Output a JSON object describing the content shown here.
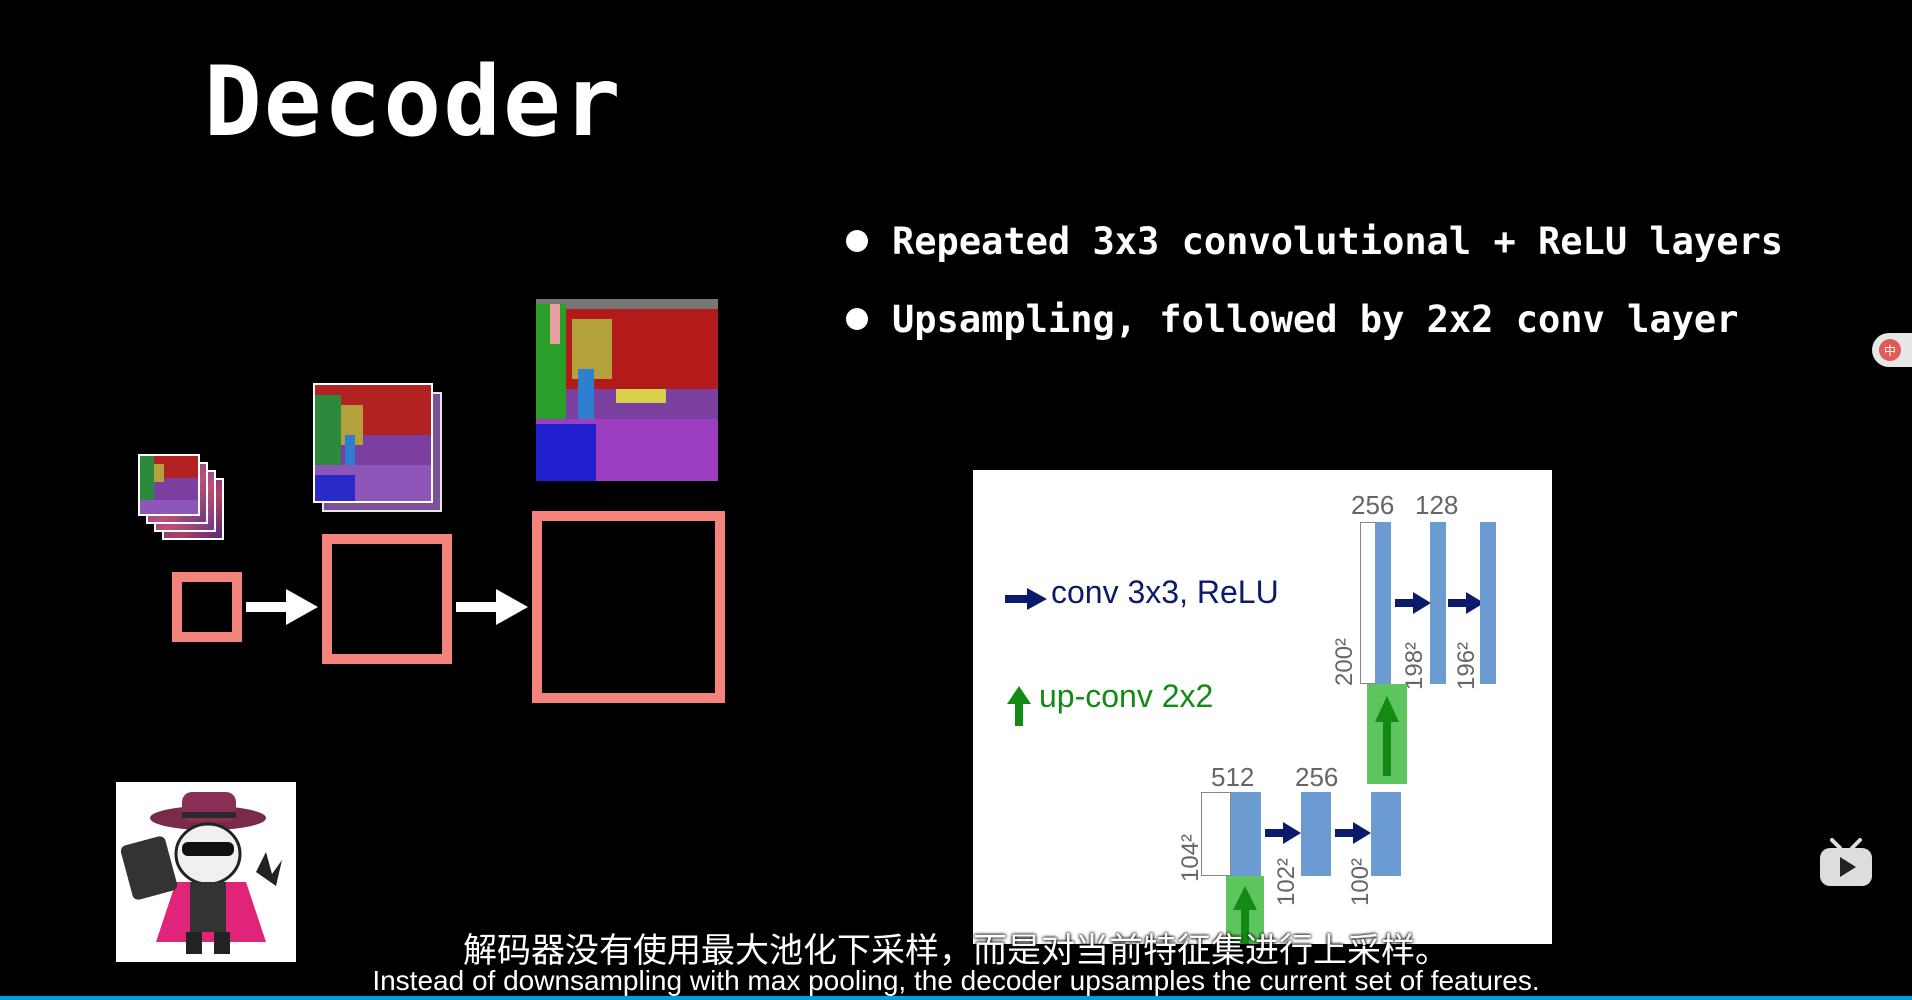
{
  "slide": {
    "title": "Decoder",
    "bullets": [
      "Repeated 3x3 convolutional + ReLU layers",
      "Upsampling, followed by 2x2 conv layer"
    ]
  },
  "diagram": {
    "legend_conv": "conv 3x3, ReLU",
    "legend_upconv": "up-conv 2x2",
    "top_labels": [
      "256",
      "128"
    ],
    "top_sizes": [
      "200²",
      "198²",
      "196²"
    ],
    "bottom_labels": [
      "512",
      "256"
    ],
    "bottom_sizes": [
      "104²",
      "102²",
      "100²"
    ]
  },
  "subtitles": {
    "zh": "解码器没有使用最大池化下采样，而是对当前特征集进行上采样。",
    "en": "Instead of downsampling with max pooling, the decoder upsamples the current set of features."
  },
  "player": {
    "translate_icon": "translate-icon",
    "play_icon": "bilibili-play-icon",
    "progress": 1.0
  },
  "colors": {
    "pink": "#f3837b",
    "conv_blue": "#6c9bd2",
    "arrow_navy": "#0c1a6b",
    "up_green": "#138a13",
    "accent": "#00a1d6"
  }
}
